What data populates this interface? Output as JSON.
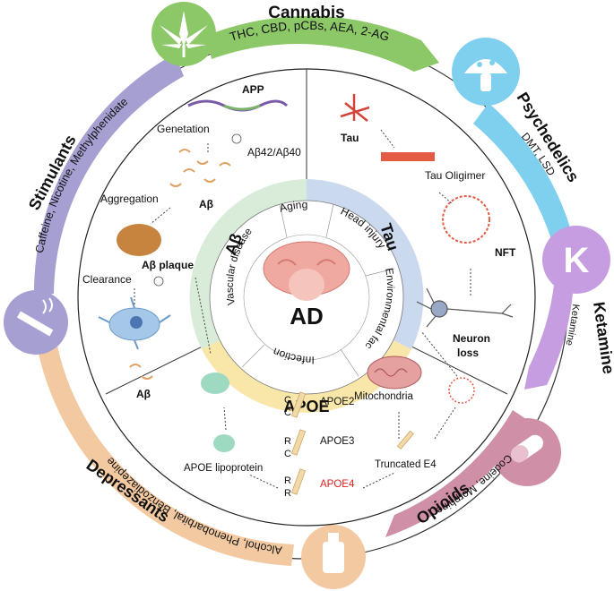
{
  "center": {
    "label": "AD",
    "inner_ring": [
      "Aging",
      "Head injury",
      "Environmental factors",
      "Infection",
      "Vascular disease"
    ],
    "sectors": [
      "Aβ",
      "Tau",
      "APOE"
    ]
  },
  "drugs": {
    "cannabis": {
      "title": "Cannabis",
      "items": "THC, CBD, pCBs, AEA, 2-AG"
    },
    "psychedelics": {
      "title": "Psychedelics",
      "items": "DMT, LSD"
    },
    "ketamine": {
      "title": "Ketamine",
      "items": "Ketamine",
      "icon_letter": "K"
    },
    "opioids": {
      "title": "Opioids",
      "items": "Codeine, Morphine"
    },
    "depressants": {
      "title": "Depressants",
      "items": "Alcohol, Phenobarbital, Benzodiazepine"
    },
    "stimulants": {
      "title": "Stimulants",
      "items": "Caffeine, Nicotine, Methylphenidate"
    }
  },
  "abeta_pathway": {
    "app": "APP",
    "generation": "Genetation",
    "ratio": "Aβ42/Aβ40",
    "aggregation": "Aggregation",
    "abeta": "Aβ",
    "plaque": "Aβ plaque",
    "clearance": "Clearance"
  },
  "tau_pathway": {
    "tau": "Tau",
    "oligomer": "Tau Oligimer",
    "nft": "NFT",
    "neuron_loss_1": "Neuron",
    "neuron_loss_2": "loss"
  },
  "apoe_pathway": {
    "abeta": "Aβ",
    "lipoprotein": "APOE lipoprotein",
    "apoe2": "APOE2",
    "apoe3": "APOE3",
    "apoe4": "APOE4",
    "apoe2_res": [
      "C",
      "C"
    ],
    "apoe3_res": [
      "R",
      "C"
    ],
    "apoe4_res": [
      "R",
      "R"
    ],
    "mitochondria": "Mitochondria",
    "truncated": "Truncated E4"
  },
  "colors": {
    "cannabis": "#8cc867",
    "psychedelics": "#7fd0ee",
    "ketamine": "#c59de0",
    "opioids": "#cf8fa6",
    "depressants": "#f2c9a1",
    "stimulants": "#a59fd2",
    "abeta_sector": "#d9ecd9",
    "tau_sector": "#cbd9ee",
    "apoe_sector": "#f9e7a9",
    "apoe4": "#e02020",
    "brain": "#f0a9a0"
  }
}
